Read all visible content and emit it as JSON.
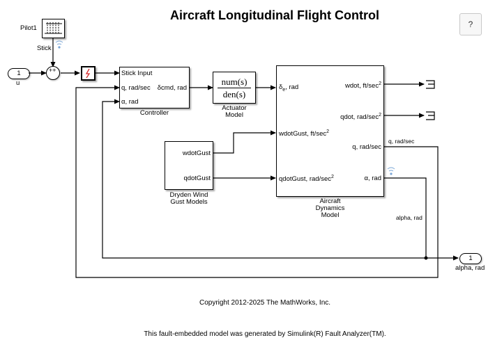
{
  "title": "Aircraft Longitudinal Flight Control",
  "help_button": "?",
  "blocks": {
    "pilot": {
      "name": "Pilot1",
      "signal_label": "Stick"
    },
    "inport": {
      "number": "1",
      "name": "u"
    },
    "sum": {
      "signs": "++"
    },
    "controller": {
      "name": "Controller",
      "inputs": [
        "Stick Input",
        "q, rad/sec",
        "α, rad"
      ],
      "output": "δcmd, rad"
    },
    "actuator": {
      "name_line1": "Actuator",
      "name_line2": "Model",
      "numerator": "num(s)",
      "denominator": "den(s)"
    },
    "aircraft": {
      "name_line1": "Aircraft",
      "name_line2": "Dynamics",
      "name_line3": "Model",
      "inputs": {
        "de_main": "δ",
        "de_sub": "e",
        "de_unit": ", rad",
        "wdotgust": "wdotGust, ft/sec",
        "qdotgust": "qdotGust, rad/sec"
      },
      "outputs": {
        "wdot": "wdot, ft/sec",
        "qdot": "qdot, rad/sec",
        "q": "q, rad/sec",
        "alpha": "α, rad"
      },
      "exponent": "2"
    },
    "dryden": {
      "name_line1": "Dryden Wind",
      "name_line2": "Gust Models",
      "outputs": [
        "wdotGust",
        "qdotGust"
      ]
    },
    "outport": {
      "number": "1",
      "name": "alpha, rad"
    }
  },
  "signal_labels": {
    "q": "q, rad/sec",
    "alpha": "alpha, rad"
  },
  "footer": {
    "copyright": "Copyright 2012-2025 The MathWorks, Inc.",
    "note": "This fault-embedded model was generated by Simulink(R) Fault Analyzer(TM)."
  },
  "colors": {
    "fault": "#d62728",
    "signal_logging": "#7aa6d6"
  }
}
